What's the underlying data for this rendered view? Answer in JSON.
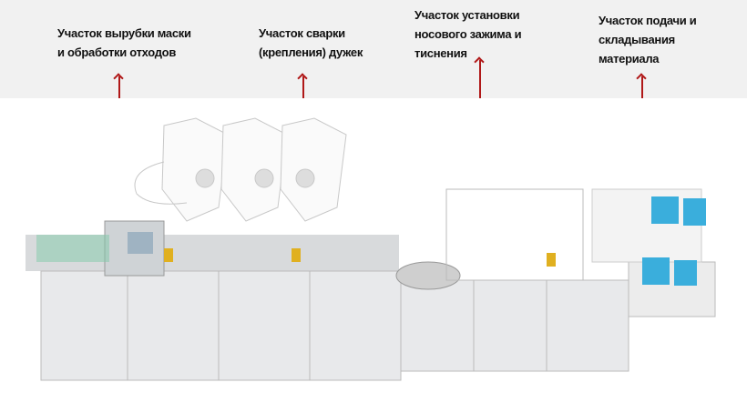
{
  "labels": [
    {
      "line1": "Участок вырубки маски",
      "line2": "и обработки отходов"
    },
    {
      "line1": "Участок сварки",
      "line2": "(крепления) дужек"
    },
    {
      "line1": "Участок установки",
      "line2": "носового зажима и",
      "line3": "тиснения"
    },
    {
      "line1": "Участок подачи и",
      "line2": "складывания",
      "line3": "материала"
    }
  ],
  "colors": {
    "arrow": "#b01818",
    "band": "#f1f1f1"
  }
}
